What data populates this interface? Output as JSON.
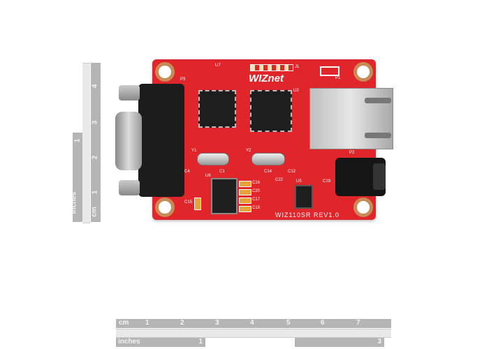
{
  "board": {
    "logo": "WIZnet",
    "model_text": "WIZ110SR REV1.0",
    "labels": [
      "P3",
      "U7",
      "J1",
      "U2",
      "Y1",
      "Y2",
      "U6",
      "U5",
      "C15",
      "C16",
      "C20",
      "C17",
      "C18",
      "C22",
      "C19",
      "C4",
      "C1",
      "C14",
      "C12",
      "P2",
      "P1"
    ]
  },
  "ruler_bottom": {
    "cm_label": "cm",
    "cm_ticks": [
      "1",
      "2",
      "3",
      "4",
      "5",
      "6",
      "7"
    ],
    "inch_label": "inches",
    "inch_ticks": [
      "1",
      "3"
    ]
  },
  "ruler_left": {
    "cm_label": "cm",
    "cm_ticks": [
      "1",
      "2",
      "3",
      "4"
    ],
    "inch_label": "inches",
    "inch_ticks": [
      "1"
    ]
  }
}
